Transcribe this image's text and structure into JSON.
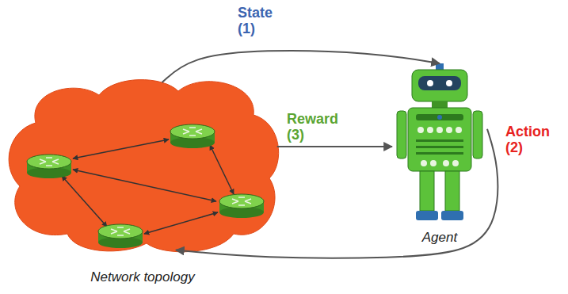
{
  "diagram": {
    "nodes": [
      {
        "text": [
          "Network topology"
        ]
      },
      {
        "text": [
          "Agent"
        ]
      }
    ],
    "edges": [
      {
        "from": 0,
        "to": 1,
        "arrow": "to",
        "label": "State (1)"
      },
      {
        "from": 0,
        "to": 1,
        "arrow": "to",
        "label": "Reward (3)"
      },
      {
        "from": 1,
        "to": 0,
        "arrow": "to",
        "label": "Action (2)"
      }
    ]
  }
}
